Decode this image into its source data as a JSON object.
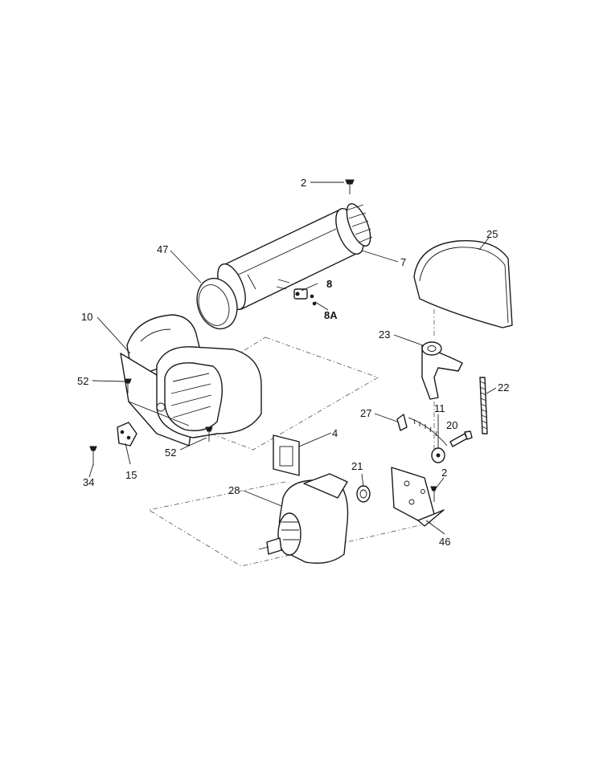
{
  "labels": {
    "p2a": "2",
    "p7": "7",
    "p47": "47",
    "p8": "8",
    "p8a": "8A",
    "p25": "25",
    "p10": "10",
    "p52a": "52",
    "p52b": "52",
    "p23": "23",
    "p22": "22",
    "p27": "27",
    "p11": "11",
    "p20": "20",
    "p4": "4",
    "p21": "21",
    "p2b": "2",
    "p28": "28",
    "p46": "46",
    "p15": "15",
    "p34": "34"
  }
}
